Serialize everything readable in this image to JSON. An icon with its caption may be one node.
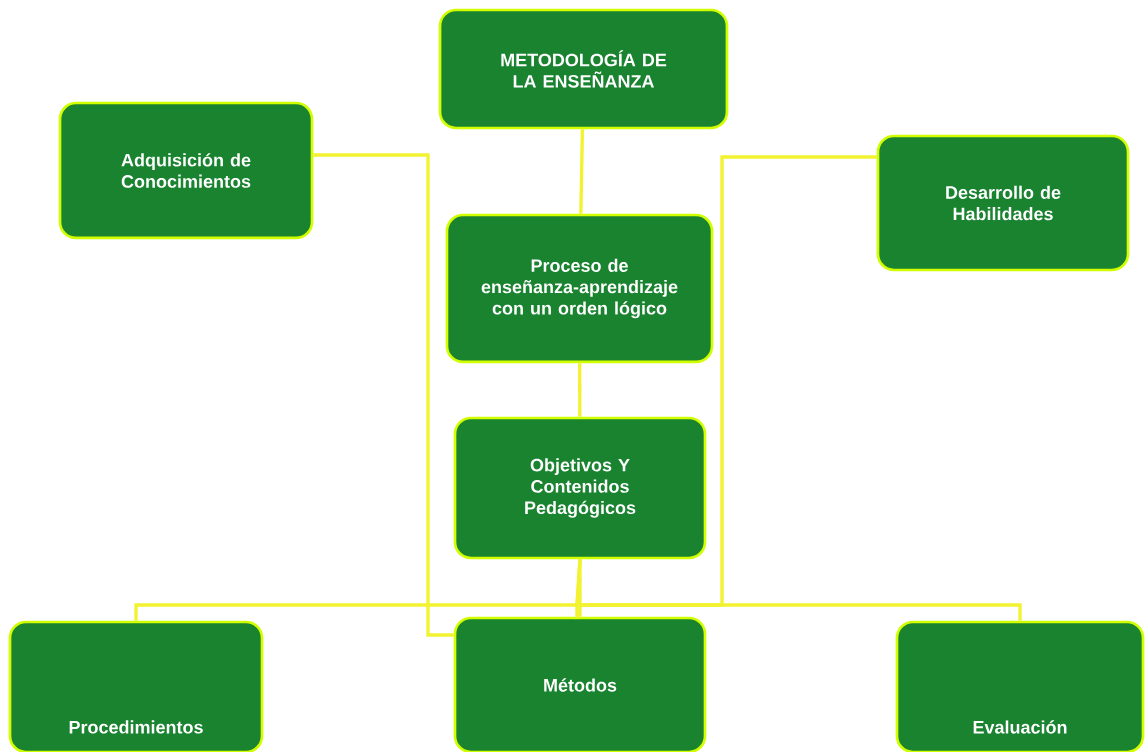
{
  "diagram": {
    "nodes": [
      {
        "text": [
          "METODOLOGÍA DE LA ENSEÑANZA"
        ]
      },
      {
        "text": [
          "Adquisición de Conocimientos"
        ]
      },
      {
        "text": [
          "Desarrollo de Habilidades"
        ]
      },
      {
        "text": [
          "Proceso de enseñanza-aprendizaje con un orden lógico"
        ]
      },
      {
        "text": [
          "Objetivos Y Contenidos Pedagógicos"
        ]
      },
      {
        "text": [
          "Procedimientos"
        ]
      },
      {
        "text": [
          "Métodos"
        ]
      },
      {
        "text": [
          "Evaluación"
        ]
      }
    ],
    "edges": [
      {
        "from": 0,
        "to": 3,
        "arrow": "none"
      },
      {
        "from": 3,
        "to": 4,
        "arrow": "none"
      },
      {
        "from": 1,
        "to": 6,
        "arrow": "none"
      },
      {
        "from": 2,
        "to": 6,
        "arrow": "none"
      },
      {
        "from": 4,
        "to": 5,
        "arrow": "none"
      },
      {
        "from": 4,
        "to": 6,
        "arrow": "none"
      },
      {
        "from": 4,
        "to": 7,
        "arrow": "none"
      }
    ]
  }
}
